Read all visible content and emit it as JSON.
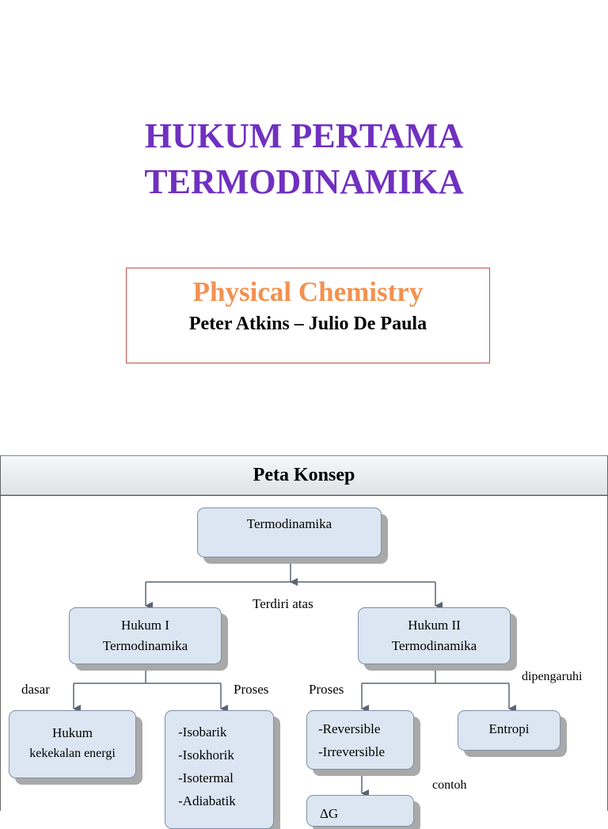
{
  "slide1": {
    "title_line1": "HUKUM PERTAMA",
    "title_line2": "TERMODINAMIKA",
    "subtitle": "Physical Chemistry",
    "authors": "Peter Atkins – Julio De Paula"
  },
  "slide2": {
    "header": "Peta Konsep",
    "nodes": {
      "root": "Termodinamika",
      "law1_line1": "Hukum I",
      "law1_line2": "Termodinamika",
      "law2_line1": "Hukum II",
      "law2_line2": "Termodinamika",
      "conservation_line1": "Hukum",
      "conservation_line2": "kekekalan energi",
      "process1": [
        "-Isobarik",
        "-Isokhorik",
        "-Isotermal",
        "-Adiabatik"
      ],
      "process2": [
        "-Reversible",
        "-Irreversible"
      ],
      "entropy": "Entropi",
      "example_partial": "ΔG"
    },
    "labels": {
      "consists_of": "Terdiri atas",
      "basis": "dasar",
      "process_left": "Proses",
      "process_right": "Proses",
      "influenced_by": "dipengaruhi",
      "example": "contoh"
    }
  }
}
